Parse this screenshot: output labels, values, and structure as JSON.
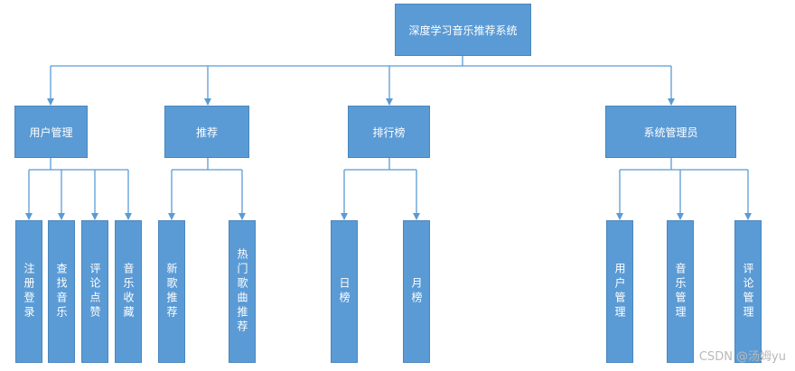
{
  "root": {
    "label": "深度学习音乐推荐系统"
  },
  "level1": [
    {
      "id": "user-mgmt",
      "label": "用户管理"
    },
    {
      "id": "recommend",
      "label": "推荐"
    },
    {
      "id": "ranking",
      "label": "排行榜"
    },
    {
      "id": "admin",
      "label": "系统管理员"
    }
  ],
  "level2": {
    "user_mgmt": [
      {
        "label": "注册登录"
      },
      {
        "label": "查找音乐"
      },
      {
        "label": "评论点赞"
      },
      {
        "label": "音乐收藏"
      }
    ],
    "recommend": [
      {
        "label": "新歌推荐"
      },
      {
        "label": "热门歌曲推荐"
      }
    ],
    "ranking": [
      {
        "label": "日榜"
      },
      {
        "label": "月榜"
      }
    ],
    "admin": [
      {
        "label": "用户管理"
      },
      {
        "label": "音乐管理"
      },
      {
        "label": "评论管理"
      }
    ]
  },
  "watermark": "CSDN @汤姆yu",
  "colors": {
    "box_fill": "#5b9bd5",
    "box_border": "#4a86bd",
    "line": "#5b9bd5",
    "text": "#ffffff"
  }
}
